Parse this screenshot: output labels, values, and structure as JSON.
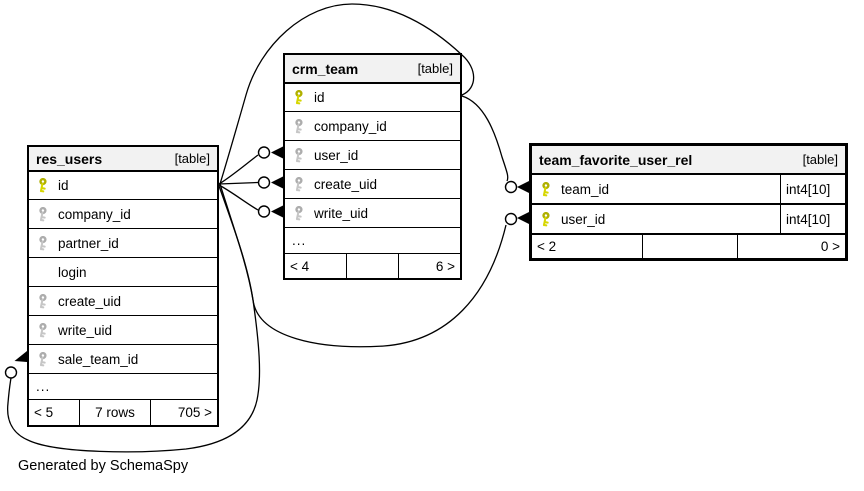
{
  "generator_note": "Generated by SchemaSpy",
  "tables": [
    {
      "name": "res_users",
      "badge": "[table]",
      "columns": [
        {
          "name": "id",
          "key": "pk"
        },
        {
          "name": "company_id",
          "key": "fk"
        },
        {
          "name": "partner_id",
          "key": "fk"
        },
        {
          "name": "login",
          "key": "none"
        },
        {
          "name": "create_uid",
          "key": "fk"
        },
        {
          "name": "write_uid",
          "key": "fk"
        },
        {
          "name": "sale_team_id",
          "key": "fk"
        }
      ],
      "ellipsis": "...",
      "footer": {
        "left": "< 5",
        "middle": "7 rows",
        "right": "705 >"
      }
    },
    {
      "name": "crm_team",
      "badge": "[table]",
      "columns": [
        {
          "name": "id",
          "key": "pk"
        },
        {
          "name": "company_id",
          "key": "fk"
        },
        {
          "name": "user_id",
          "key": "fk"
        },
        {
          "name": "create_uid",
          "key": "fk"
        },
        {
          "name": "write_uid",
          "key": "fk"
        }
      ],
      "ellipsis": "...",
      "footer": {
        "left": "< 4",
        "middle": "",
        "right": "6 >"
      }
    },
    {
      "name": "team_favorite_user_rel",
      "badge": "[table]",
      "columns": [
        {
          "name": "team_id",
          "key": "pk",
          "type": "int4[10]"
        },
        {
          "name": "user_id",
          "key": "pk",
          "type": "int4[10]"
        }
      ],
      "footer": {
        "left": "< 2",
        "middle": "",
        "right": "0 >"
      }
    }
  ],
  "relationships": [
    {
      "from": "res_users.id",
      "to": "crm_team.user_id"
    },
    {
      "from": "res_users.id",
      "to": "crm_team.create_uid"
    },
    {
      "from": "res_users.id",
      "to": "crm_team.write_uid"
    },
    {
      "from": "res_users.id",
      "to": "team_favorite_user_rel.user_id"
    },
    {
      "from": "crm_team.id",
      "to": "team_favorite_user_rel.team_id"
    },
    {
      "from": "crm_team.id",
      "to": "res_users.sale_team_id"
    }
  ],
  "colors": {
    "primary_key": "#d6d600",
    "foreign_key": "#c6c6c6",
    "header_bg": "#f2f2f2",
    "line": "#000000"
  }
}
